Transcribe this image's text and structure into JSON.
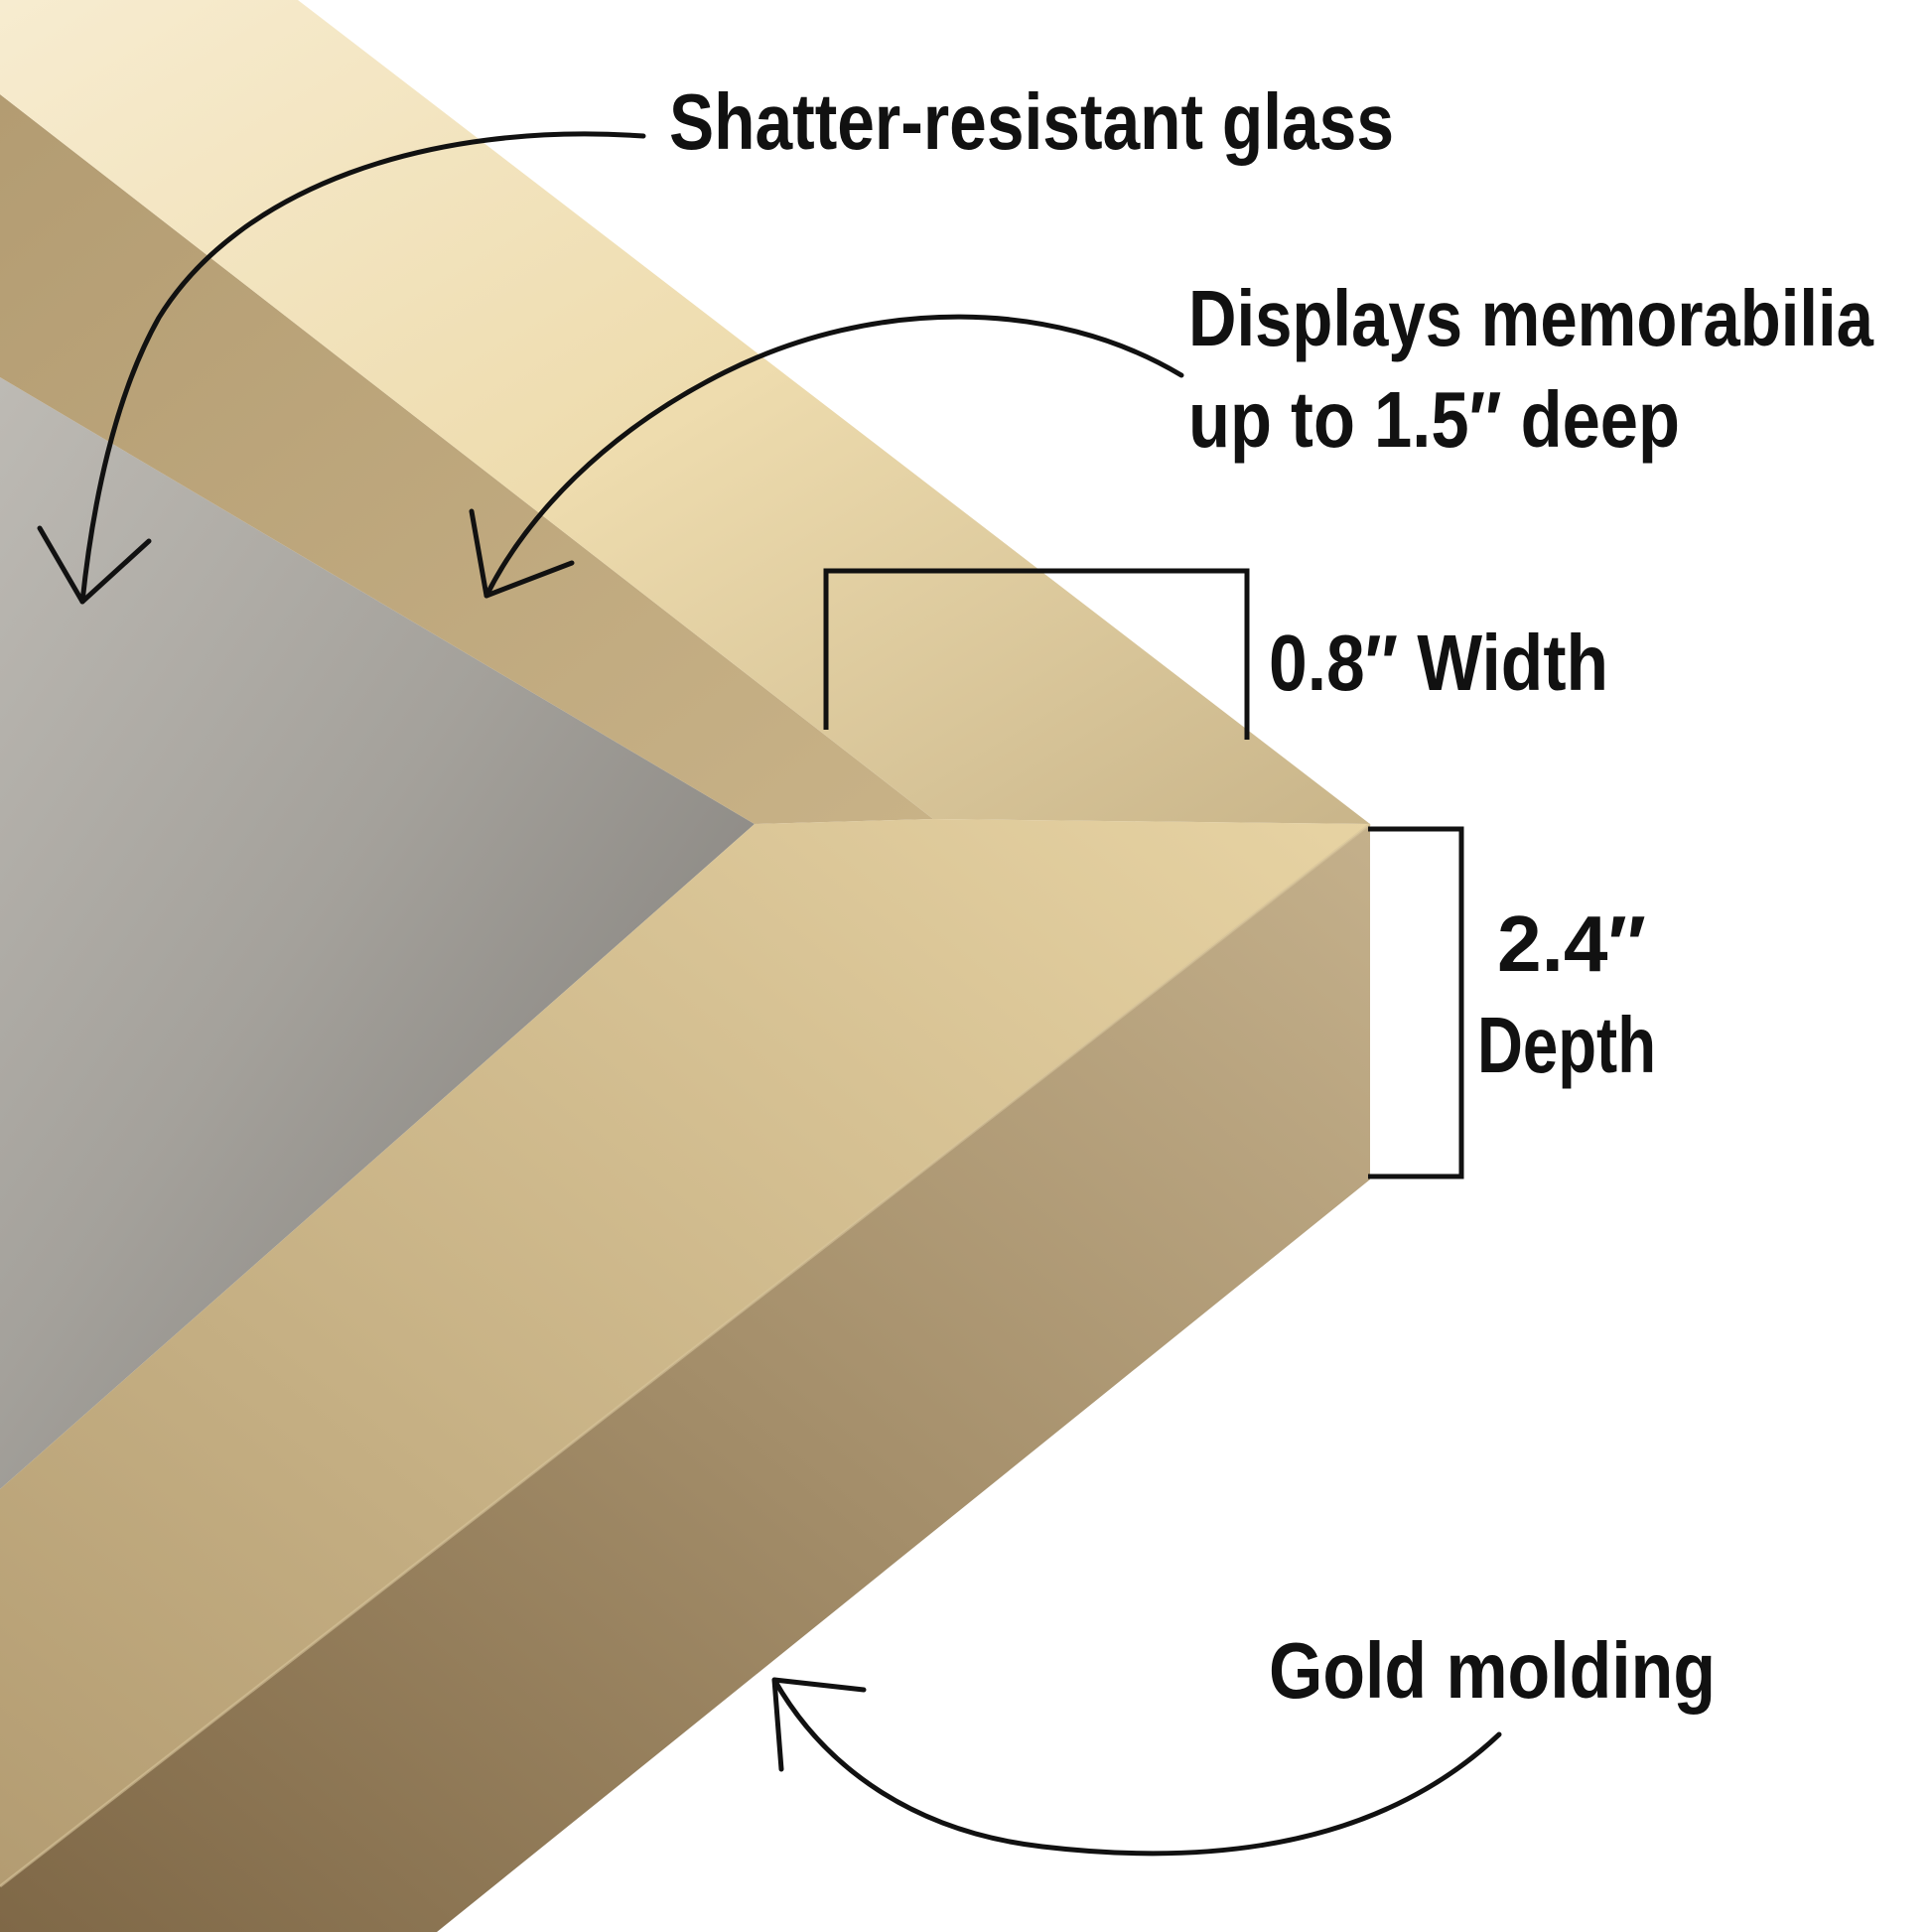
{
  "colors": {
    "background": "#ffffff",
    "glass_backing": "#a9a6a0",
    "molding_top_light": "#f4e8c6",
    "molding_top_dark": "#c7b387",
    "molding_inner": "#b8a27a",
    "molding_side_light": "#b8a47f",
    "molding_side_dark": "#876f4e",
    "annotation": "#111111"
  },
  "icons": {
    "arrow_glass": "curved-arrow-icon",
    "arrow_depth": "curved-arrow-icon",
    "arrow_molding": "curved-arrow-icon",
    "bracket_width": "dimension-bracket-icon",
    "bracket_depth": "dimension-bracket-icon"
  },
  "callouts": {
    "glass": "Shatter-resistant glass",
    "memorabilia_line1": "Displays memorabilia",
    "memorabilia_line2": "up to 1.5″ deep",
    "width": "0.8″ Width",
    "depth_line1": "2.4″",
    "depth_line2": "Depth",
    "molding": "Gold molding"
  }
}
